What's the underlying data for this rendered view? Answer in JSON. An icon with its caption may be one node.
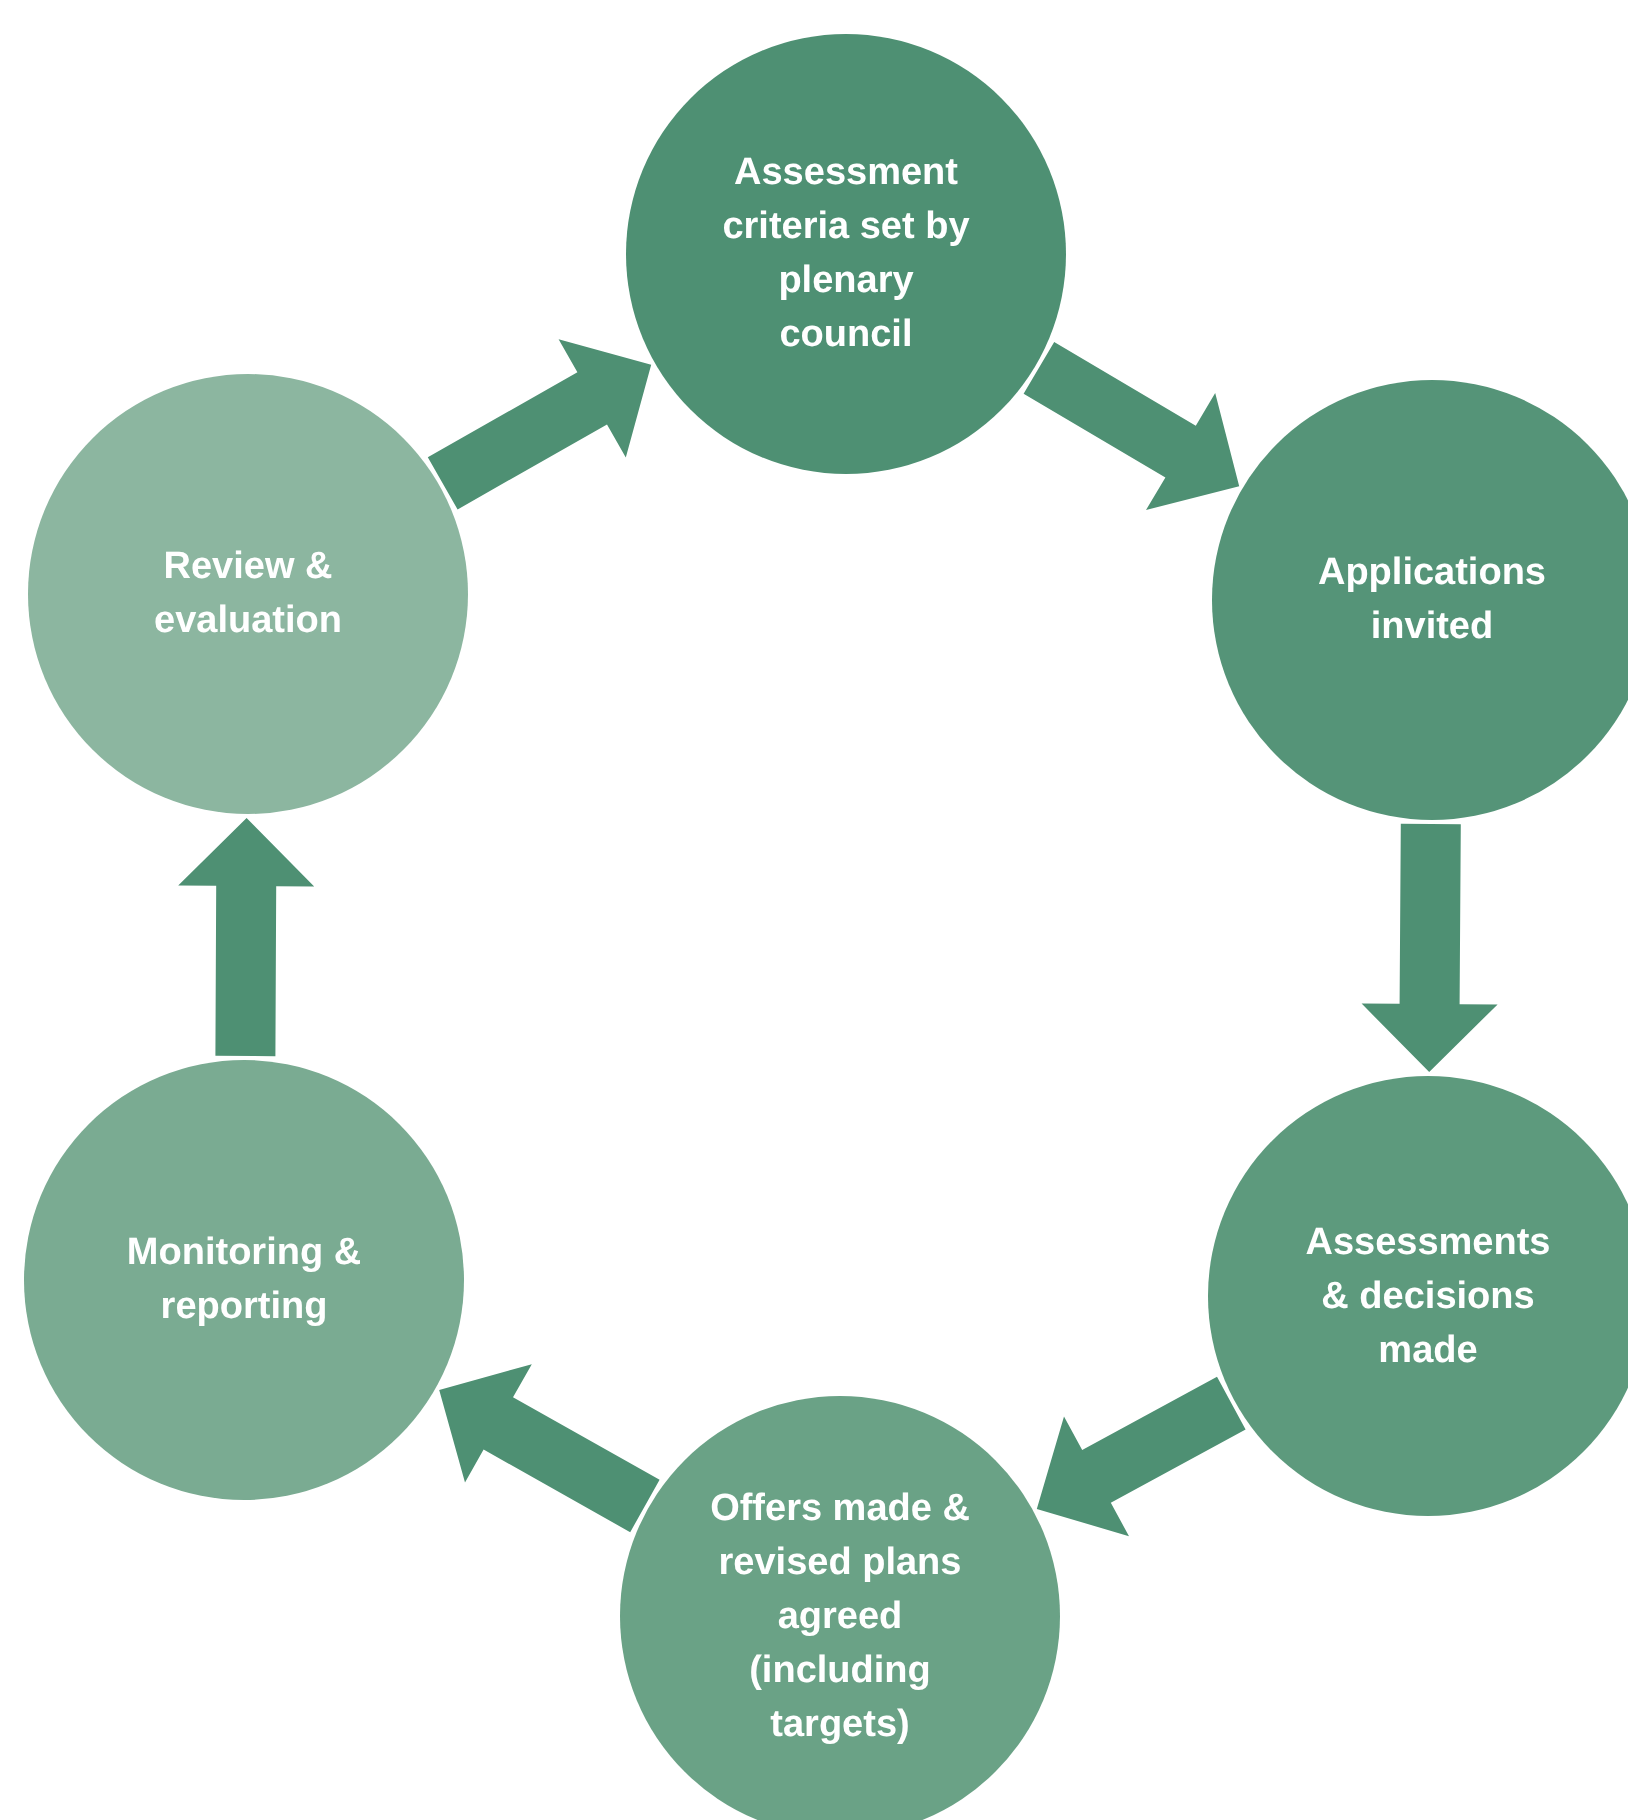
{
  "diagram": {
    "nodes": [
      {
        "text": [
          "Assessment criteria set by plenary council"
        ]
      },
      {
        "text": [
          "Applications invited"
        ]
      },
      {
        "text": [
          "Assessments & decisions made"
        ]
      },
      {
        "text": [
          "Offers made & revised plans agreed (including targets)"
        ]
      },
      {
        "text": [
          "Monitoring & reporting"
        ]
      },
      {
        "text": [
          "Review & evaluation"
        ]
      }
    ],
    "edges": [
      {
        "from": 0,
        "to": 1,
        "arrow": "to"
      },
      {
        "from": 1,
        "to": 2,
        "arrow": "to"
      },
      {
        "from": 2,
        "to": 3,
        "arrow": "to"
      },
      {
        "from": 3,
        "to": 4,
        "arrow": "to"
      },
      {
        "from": 4,
        "to": 5,
        "arrow": "to"
      },
      {
        "from": 5,
        "to": 0,
        "arrow": "to"
      }
    ]
  }
}
